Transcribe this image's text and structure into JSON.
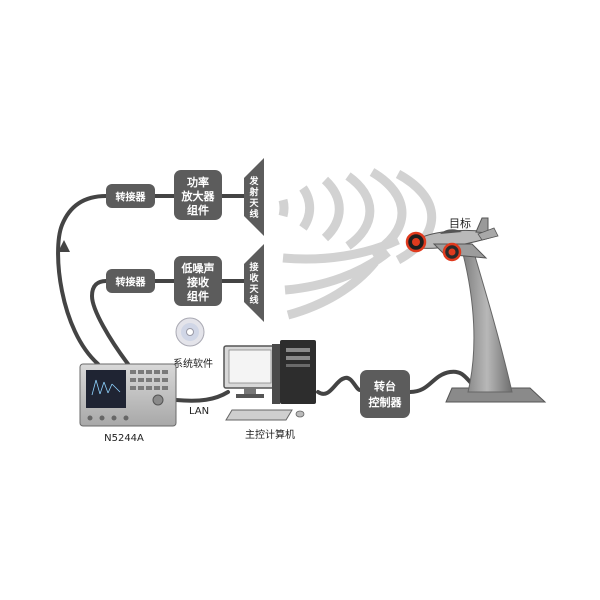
{
  "blocks": {
    "converter_top": "转接器",
    "converter_bottom": "转接器",
    "power_amp_lines": [
      "功率",
      "放大器",
      "组件"
    ],
    "lna_lines": [
      "低噪声",
      "接收",
      "组件"
    ],
    "tx_antenna_chars": [
      "发",
      "射",
      "天",
      "线"
    ],
    "rx_antenna_chars": [
      "接",
      "收",
      "天",
      "线"
    ],
    "turntable_ctrl_lines": [
      "转台",
      "控制器"
    ]
  },
  "labels": {
    "system_software": "系统软件",
    "analyzer_model": "N5244A",
    "lan": "LAN",
    "host_computer": "主控计算机",
    "target": "目标"
  },
  "colors": {
    "block_fill": "#5c5c5c",
    "cable": "#444444",
    "wave": "#d2d2d2",
    "highlight": "#e03a1e",
    "pedestal": "#9a9a9a"
  }
}
